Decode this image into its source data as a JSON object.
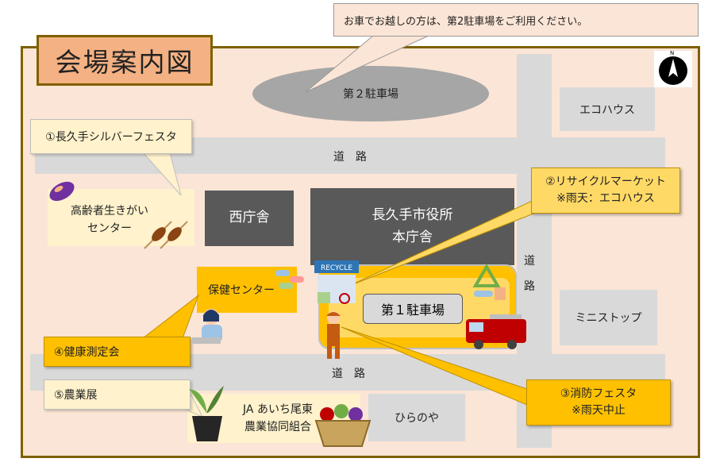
{
  "title": "会場案内図",
  "notice": "お車でお越しの方は、第2駐車場をご利用ください。",
  "parking2": "第２駐車場",
  "parking1": "第１駐車場",
  "road_top": "道　路",
  "road_right": [
    "道",
    "路"
  ],
  "road_bottom": "道　路",
  "buildings": {
    "eco_house": "エコハウス",
    "west_building": "西庁舎",
    "city_hall": [
      "長久手市役所",
      "本庁舎"
    ],
    "health_center": "保健センター",
    "mini_stop": "ミニストップ",
    "hiranoya": "ひらのや",
    "elderly_center": [
      "高齢者生きがい",
      "センター"
    ],
    "ja": [
      "JA あいち尾東",
      "農業協同組合"
    ]
  },
  "events": {
    "e1": "①長久手シルバーフェスタ",
    "e2": [
      "②リサイクルマーケット",
      "※雨天：エコハウス"
    ],
    "e3": [
      "③消防フェスタ",
      "※雨天中止"
    ],
    "e4": "④健康測定会",
    "e5": "⑤農業展"
  },
  "recycle_sign": "RECYCLE",
  "compass": "N",
  "colors": {
    "frame_fill": "#fbe5d6",
    "frame_border": "#7f6000",
    "road": "#d9d9d9",
    "building_dark": "#595959",
    "event_yellow": "#ffd966",
    "event_orange": "#ffc000",
    "event_cream": "#fff2cc",
    "parking_oval": "#a6a6a6"
  }
}
